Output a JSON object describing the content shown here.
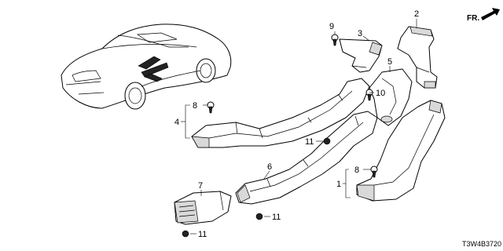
{
  "diagram": {
    "direction_label": "FR.",
    "diagram_code": "T3W4B3720",
    "callouts": {
      "c1": "1",
      "c2": "2",
      "c3": "3",
      "c4": "4",
      "c5": "5",
      "c6": "6",
      "c7": "7",
      "c8a": "8",
      "c8b": "8",
      "c9": "9",
      "c10": "10",
      "c11a": "11",
      "c11b": "11",
      "c11c": "11"
    }
  }
}
